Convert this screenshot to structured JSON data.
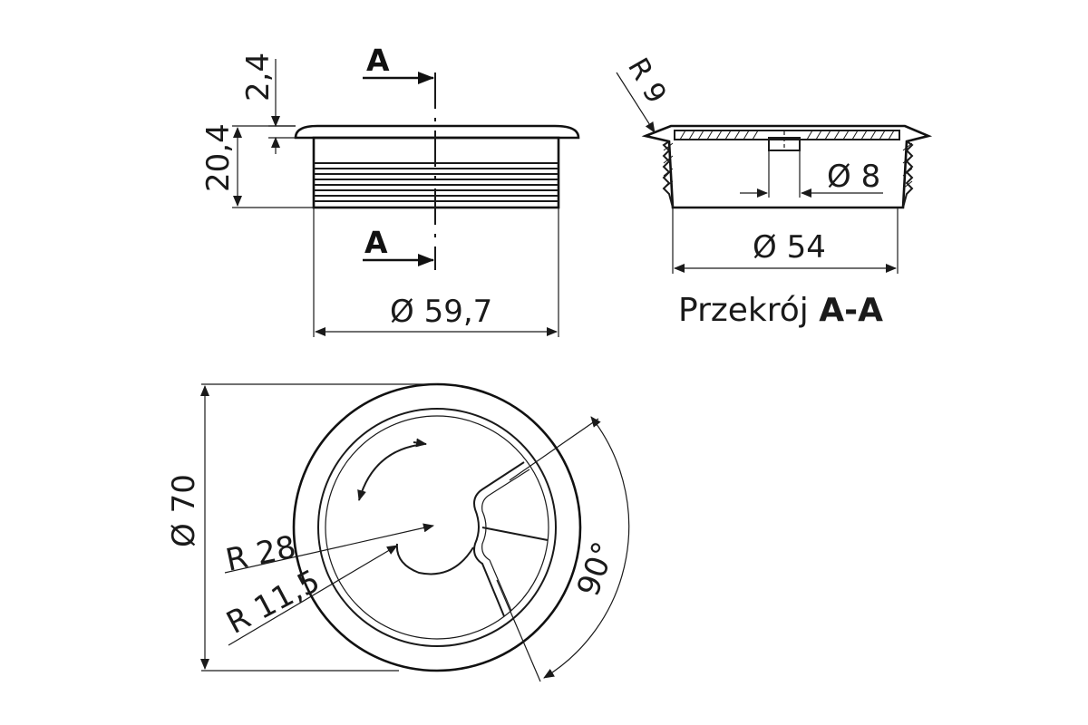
{
  "side_view": {
    "section_marker_top": "A",
    "section_marker_bottom": "A",
    "dim_flange": "2,4",
    "dim_height": "20,4",
    "dim_body_diameter": "Ø 59,7"
  },
  "section_view": {
    "dim_radius": "R 9",
    "dim_hole": "Ø 8",
    "dim_inner_diameter": "Ø 54",
    "caption_prefix": "Przekrój",
    "caption_section": "A-A"
  },
  "top_view": {
    "dim_outer_diameter": "Ø 70",
    "dim_radius_large": "R 28",
    "dim_radius_small": "R 11,5",
    "dim_angle": "90°"
  }
}
